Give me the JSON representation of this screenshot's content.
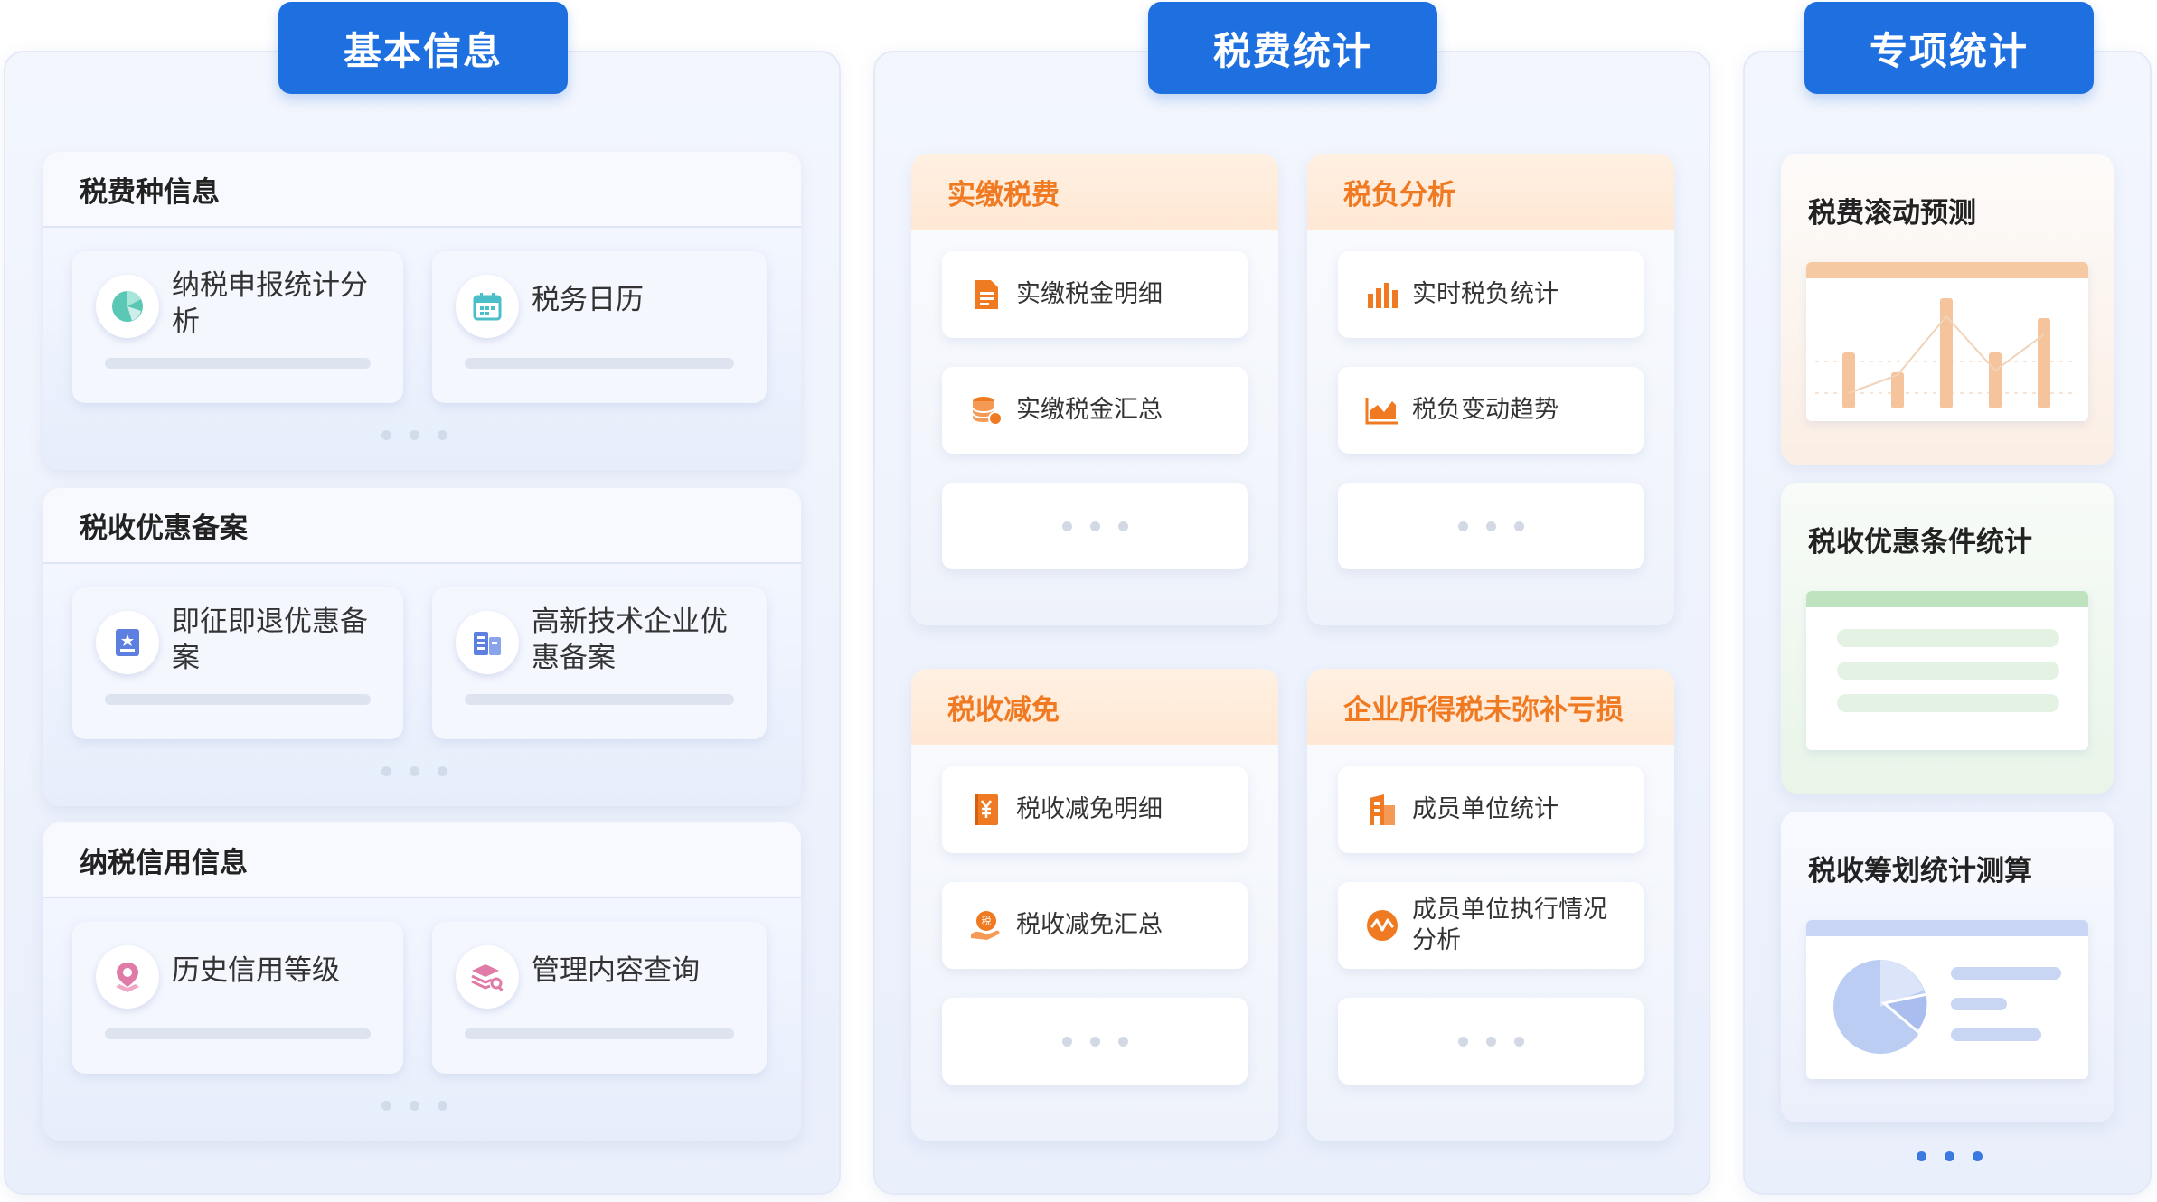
{
  "sections": {
    "basic": {
      "title": "基本信息",
      "cards": [
        {
          "title": "税费种信息",
          "tiles": [
            {
              "label": "纳税申报统计分析",
              "icon": "pie-chart-icon"
            },
            {
              "label": "税务日历",
              "icon": "calendar-icon"
            }
          ]
        },
        {
          "title": "税收优惠备案",
          "tiles": [
            {
              "label": "即征即退优惠备案",
              "icon": "certificate-icon"
            },
            {
              "label": "高新技术企业优惠备案",
              "icon": "building-doc-icon"
            }
          ]
        },
        {
          "title": "纳税信用信息",
          "tiles": [
            {
              "label": "历史信用等级",
              "icon": "location-pin-icon"
            },
            {
              "label": "管理内容查询",
              "icon": "stack-search-icon"
            }
          ]
        }
      ]
    },
    "tax": {
      "title": "税费统计",
      "cards": [
        {
          "title": "实缴税费",
          "items": [
            {
              "label": "实缴税金明细",
              "icon": "document-icon"
            },
            {
              "label": "实缴税金汇总",
              "icon": "coins-icon"
            }
          ]
        },
        {
          "title": "税负分析",
          "items": [
            {
              "label": "实时税负统计",
              "icon": "bar-chart-icon"
            },
            {
              "label": "税负变动趋势",
              "icon": "area-chart-icon"
            }
          ]
        },
        {
          "title": "税收减免",
          "items": [
            {
              "label": "税收减免明细",
              "icon": "yuan-doc-icon"
            },
            {
              "label": "税收减免汇总",
              "icon": "tax-hand-icon"
            }
          ]
        },
        {
          "title": "企业所得税未弥补亏损",
          "items": [
            {
              "label": "成员单位统计",
              "icon": "office-building-icon"
            },
            {
              "label": "成员单位执行情况分析",
              "icon": "wave-icon"
            }
          ]
        }
      ]
    },
    "special": {
      "title": "专项统计",
      "cards": [
        {
          "title": "税费滚动预测",
          "accent": "#f5c9a2",
          "preview": "bar-line-chart"
        },
        {
          "title": "税收优惠条件统计",
          "accent": "#bfe3bf",
          "preview": "list-lines"
        },
        {
          "title": "税收筹划统计测算",
          "accent": "#c9d6f5",
          "preview": "pie-legend"
        }
      ]
    }
  },
  "colors": {
    "primary": "#1e6fe0",
    "orange": "#f07a22",
    "panel_bg": "#eef2fb"
  }
}
